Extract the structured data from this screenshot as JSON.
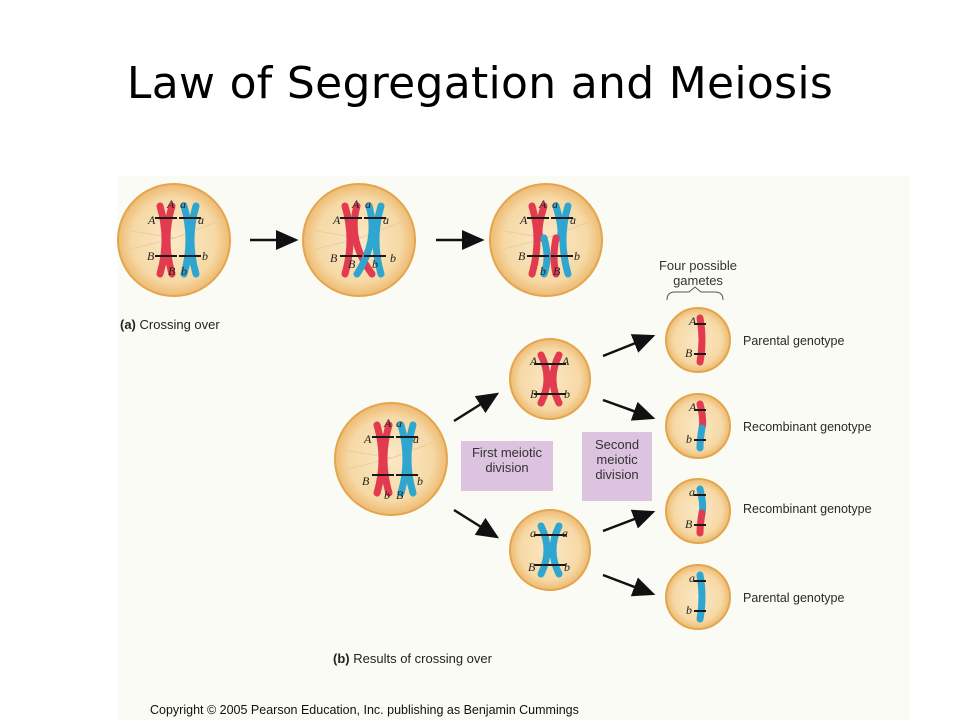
{
  "title": "Law of Segregation and Meiosis",
  "figure": {
    "caption_a_letter": "(a)",
    "caption_a_text": "Crossing over",
    "caption_b_letter": "(b)",
    "caption_b_text": "Results of crossing over",
    "first_division": "First meiotic\ndivision",
    "second_division": "Second\nmeiotic\ndivision",
    "gametes_header": "Four possible\ngametes",
    "genotypes": [
      "Parental genotype",
      "Recombinant genotype",
      "Recombinant genotype",
      "Parental genotype"
    ],
    "alleles": {
      "A": "A",
      "a": "a",
      "B": "B",
      "b": "b"
    },
    "colors": {
      "cell_fill": "#f6d9a6",
      "cell_edge": "#e3a64d",
      "maternal": "#e23a4e",
      "paternal": "#2fa6cf",
      "band": "#1a1a1a",
      "division_box": "#dcc3df"
    }
  },
  "copyright": "Copyright © 2005 Pearson Education, Inc. publishing as Benjamin Cummings"
}
